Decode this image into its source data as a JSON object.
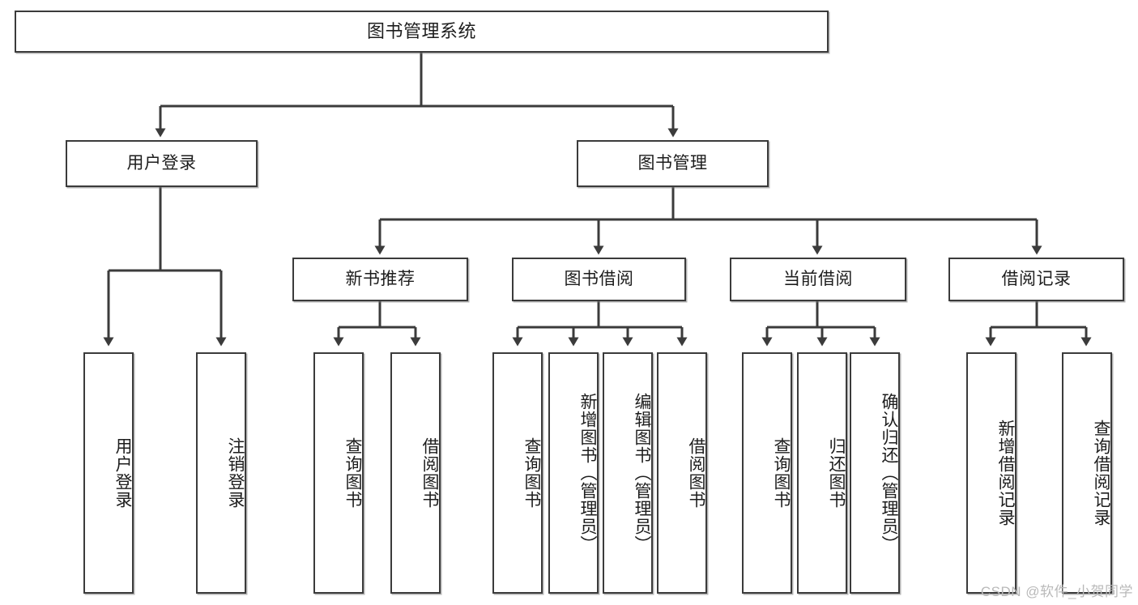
{
  "diagram": {
    "title": "图书管理系统",
    "type": "tree-hierarchy-diagram",
    "colors": {
      "box_border": "#3b3b3b",
      "box_fill": "#ffffff",
      "connector": "#3b3b3b",
      "text": "#1d1d1d",
      "watermark": "#b9b9b9",
      "background": "#ffffff"
    },
    "root": {
      "label": "图书管理系统"
    },
    "level2": [
      {
        "id": "user-login",
        "label": "用户登录"
      },
      {
        "id": "book-management",
        "label": "图书管理"
      }
    ],
    "level3": [
      {
        "id": "new-book-recommend",
        "label": "新书推荐"
      },
      {
        "id": "book-borrow",
        "label": "图书借阅"
      },
      {
        "id": "current-borrow",
        "label": "当前借阅"
      },
      {
        "id": "borrow-record",
        "label": "借阅记录"
      }
    ],
    "leaves": {
      "user_login": [
        {
          "id": "leaf-user-login",
          "label": "用户登录"
        },
        {
          "id": "leaf-logout-login",
          "label": "注销登录"
        }
      ],
      "new_book_recommend": [
        {
          "id": "leaf-query-book-1",
          "label": "查询图书"
        },
        {
          "id": "leaf-borrow-book-1",
          "label": "借阅图书"
        }
      ],
      "book_borrow": [
        {
          "id": "leaf-query-book-2",
          "label": "查询图书"
        },
        {
          "id": "leaf-add-book",
          "label": "新增图书（管理员）"
        },
        {
          "id": "leaf-edit-book",
          "label": "编辑图书（管理员）"
        },
        {
          "id": "leaf-borrow-book-2",
          "label": "借阅图书"
        }
      ],
      "current_borrow": [
        {
          "id": "leaf-query-book-3",
          "label": "查询图书"
        },
        {
          "id": "leaf-return-book",
          "label": "归还图书"
        },
        {
          "id": "leaf-confirm-return",
          "label": "确认归还（管理员）"
        }
      ],
      "borrow_record": [
        {
          "id": "leaf-add-record",
          "label": "新增借阅记录"
        },
        {
          "id": "leaf-query-record",
          "label": "查询借阅记录"
        }
      ]
    },
    "watermark": "CSDN @软件_小贺同学"
  }
}
